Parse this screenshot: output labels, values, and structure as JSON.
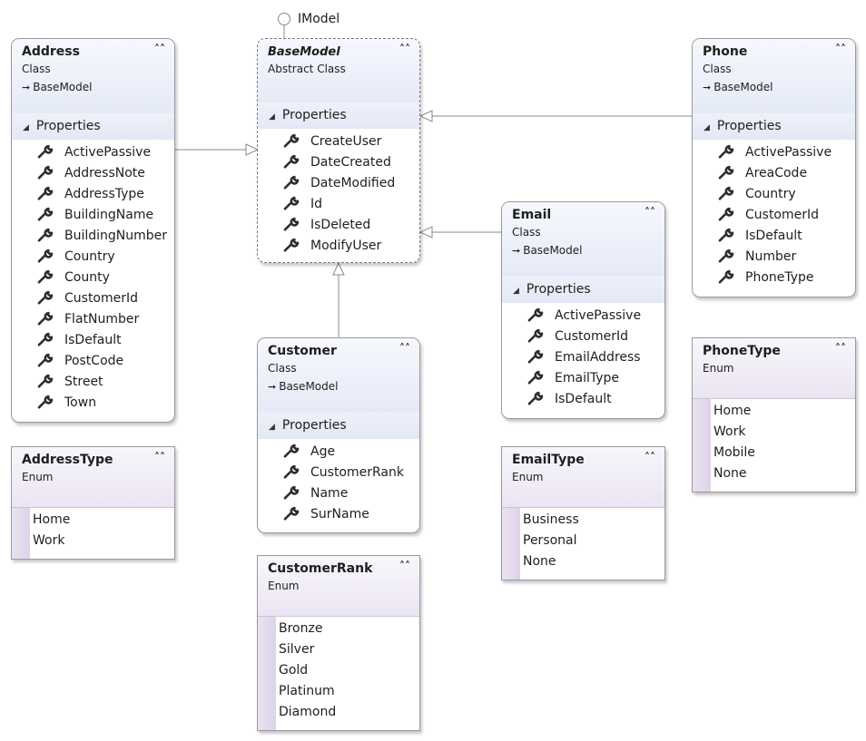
{
  "interface": {
    "label": "IModel"
  },
  "boxes": {
    "basemodel": {
      "name": "BaseModel",
      "stereotype": "Abstract Class",
      "section": "Properties",
      "props": [
        "CreateUser",
        "DateCreated",
        "DateModified",
        "Id",
        "IsDeleted",
        "ModifyUser"
      ]
    },
    "address": {
      "name": "Address",
      "stereotype": "Class",
      "inherits": "BaseModel",
      "section": "Properties",
      "props": [
        "ActivePassive",
        "AddressNote",
        "AddressType",
        "BuildingName",
        "BuildingNumber",
        "Country",
        "County",
        "CustomerId",
        "FlatNumber",
        "IsDefault",
        "PostCode",
        "Street",
        "Town"
      ]
    },
    "phone": {
      "name": "Phone",
      "stereotype": "Class",
      "inherits": "BaseModel",
      "section": "Properties",
      "props": [
        "ActivePassive",
        "AreaCode",
        "Country",
        "CustomerId",
        "IsDefault",
        "Number",
        "PhoneType"
      ]
    },
    "email": {
      "name": "Email",
      "stereotype": "Class",
      "inherits": "BaseModel",
      "section": "Properties",
      "props": [
        "ActivePassive",
        "CustomerId",
        "EmailAddress",
        "EmailType",
        "IsDefault"
      ]
    },
    "customer": {
      "name": "Customer",
      "stereotype": "Class",
      "inherits": "BaseModel",
      "section": "Properties",
      "props": [
        "Age",
        "CustomerRank",
        "Name",
        "SurName"
      ]
    },
    "addresstype": {
      "name": "AddressType",
      "stereotype": "Enum",
      "values": [
        "Home",
        "Work"
      ]
    },
    "phonetype": {
      "name": "PhoneType",
      "stereotype": "Enum",
      "values": [
        "Home",
        "Work",
        "Mobile",
        "None"
      ]
    },
    "emailtype": {
      "name": "EmailType",
      "stereotype": "Enum",
      "values": [
        "Business",
        "Personal",
        "None"
      ]
    },
    "customerrank": {
      "name": "CustomerRank",
      "stereotype": "Enum",
      "values": [
        "Bronze",
        "Silver",
        "Gold",
        "Platinum",
        "Diamond"
      ]
    }
  },
  "icons": {
    "collapse": "double-chevron-up-icon",
    "expand_section": "triangle-down-icon",
    "property": "wrench-icon",
    "inherits": "inherits-arrow-icon"
  }
}
